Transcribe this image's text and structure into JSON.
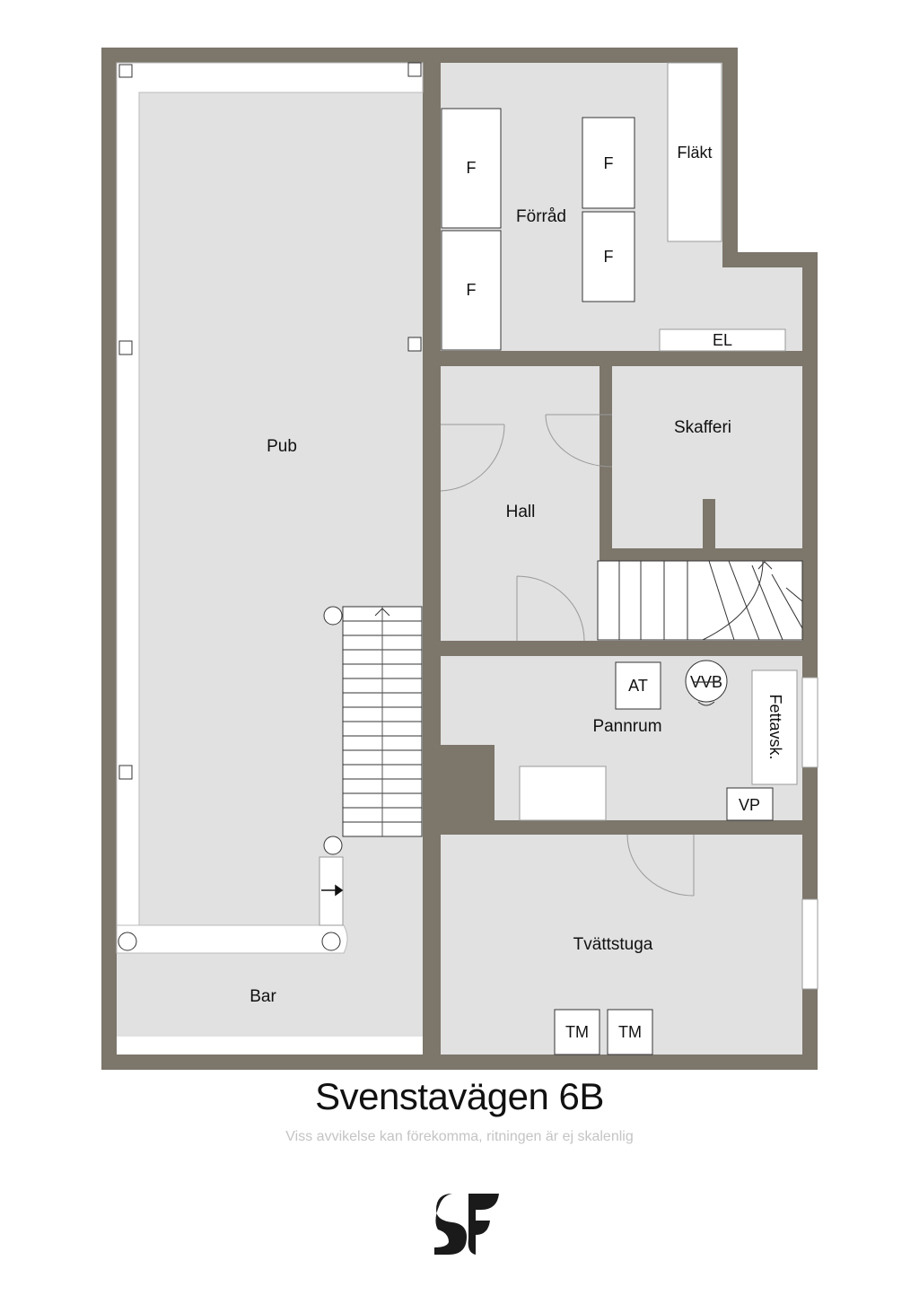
{
  "floorplan": {
    "rooms": {
      "pub": "Pub",
      "bar": "Bar",
      "forrad": "Förråd",
      "hall": "Hall",
      "skafferi": "Skafferi",
      "pannrum": "Pannrum",
      "tvattstuga": "Tvättstuga"
    },
    "fixtures": {
      "freezer": "F",
      "flakt": "Fläkt",
      "el": "EL",
      "at": "AT",
      "vvb": "VVB",
      "fettavsk": "Fettavsk.",
      "vp": "VP",
      "tm": "TM"
    }
  },
  "footer": {
    "title": "Svenstavägen 6B",
    "disclaimer": "Viss avvikelse kan förekomma, ritningen är ej skalenlig"
  },
  "colors": {
    "wall": "#7c766b",
    "floor": "#e1e1e1",
    "fixture_fill": "#ffffff",
    "logo": "#1a1a1a"
  }
}
